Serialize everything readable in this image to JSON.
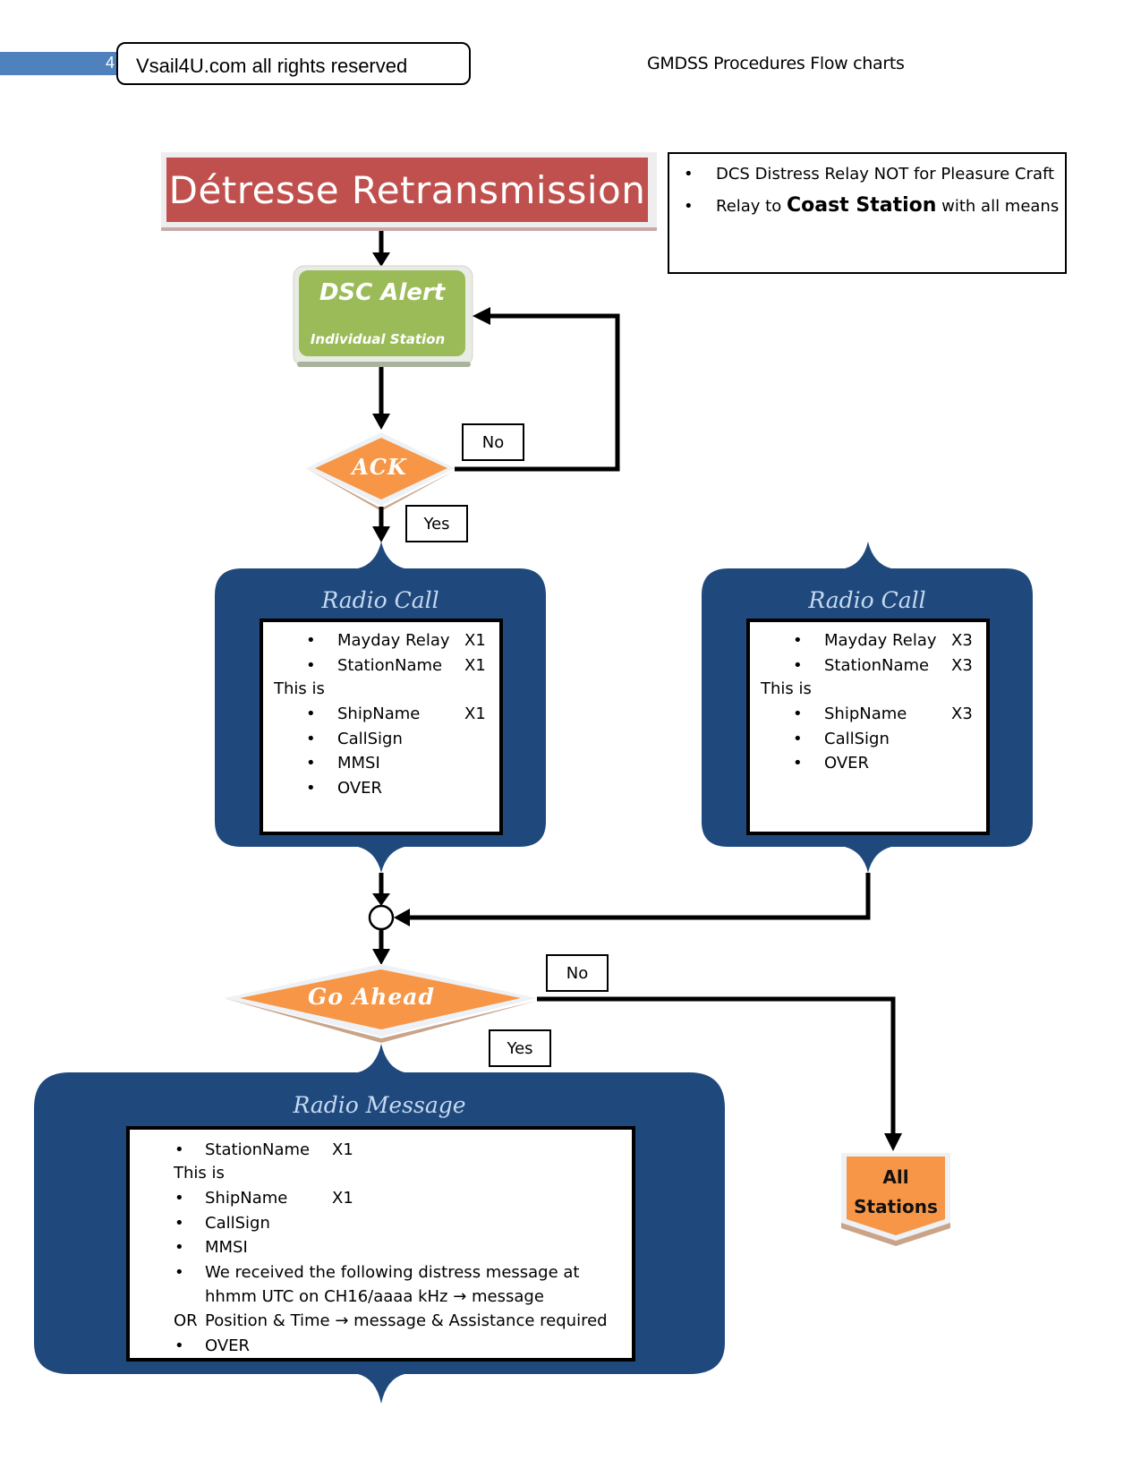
{
  "header": {
    "page_number": "4",
    "copyright": "Vsail4U.com all rights reserved",
    "doc_title": "GMDSS Procedures Flow charts"
  },
  "title": "Détresse Retransmission",
  "notes": {
    "items": [
      {
        "text": "DCS Distress Relay NOT for Pleasure Craft"
      },
      {
        "prefix": "Relay to ",
        "bold": "Coast Station",
        "suffix": " with all means"
      }
    ]
  },
  "nodes": {
    "dsc_alert": {
      "title": "DSC Alert",
      "subtitle": "Individual Station"
    },
    "ack": {
      "label": "ACK",
      "no_label": "No",
      "yes_label": "Yes"
    },
    "radio_call_left": {
      "title": "Radio Call",
      "lines": [
        {
          "bullet": true,
          "text": "Mayday Relay",
          "count": "X1"
        },
        {
          "bullet": true,
          "text": "StationName",
          "count": "X1"
        },
        {
          "bullet": false,
          "text": "This is",
          "count": ""
        },
        {
          "bullet": true,
          "text": "ShipName",
          "count": "X1"
        },
        {
          "bullet": true,
          "text": "CallSign",
          "count": ""
        },
        {
          "bullet": true,
          "text": "MMSI",
          "count": ""
        },
        {
          "bullet": true,
          "text": "OVER",
          "count": ""
        }
      ]
    },
    "radio_call_right": {
      "title": "Radio Call",
      "lines": [
        {
          "bullet": true,
          "text": "Mayday Relay",
          "count": "X3"
        },
        {
          "bullet": true,
          "text": "StationName",
          "count": "X3"
        },
        {
          "bullet": false,
          "text": "This is",
          "count": ""
        },
        {
          "bullet": true,
          "text": "ShipName",
          "count": "X3"
        },
        {
          "bullet": true,
          "text": "CallSign",
          "count": ""
        },
        {
          "bullet": true,
          "text": "OVER",
          "count": ""
        }
      ]
    },
    "go_ahead": {
      "label": "Go Ahead",
      "no_label": "No",
      "yes_label": "Yes"
    },
    "radio_message": {
      "title": "Radio Message",
      "lines": [
        {
          "bullet": "•",
          "text": "StationName",
          "count": "X1"
        },
        {
          "bullet": "",
          "text": "This is",
          "count": ""
        },
        {
          "bullet": "•",
          "text": "ShipName",
          "count": "X1"
        },
        {
          "bullet": "•",
          "text": "CallSign",
          "count": ""
        },
        {
          "bullet": "•",
          "text": "MMSI",
          "count": ""
        },
        {
          "bullet": "•",
          "text": "We received the following distress message at",
          "count": ""
        },
        {
          "bullet": "",
          "text": "hhmm UTC on CH16/aaaa kHz → message",
          "count": ""
        },
        {
          "bullet": "OR",
          "text": "Position & Time → message & Assistance required",
          "count": ""
        },
        {
          "bullet": "•",
          "text": "OVER",
          "count": ""
        }
      ]
    },
    "all_stations": {
      "line1": "All",
      "line2": "Stations"
    }
  },
  "colors": {
    "header_bar": "#4f81bd",
    "title_red": "#c0504d",
    "dsc_green": "#9bbb59",
    "decision_orange": "#f79646",
    "callout_navy": "#1f497d",
    "callout_title": "#c6d9f1"
  }
}
